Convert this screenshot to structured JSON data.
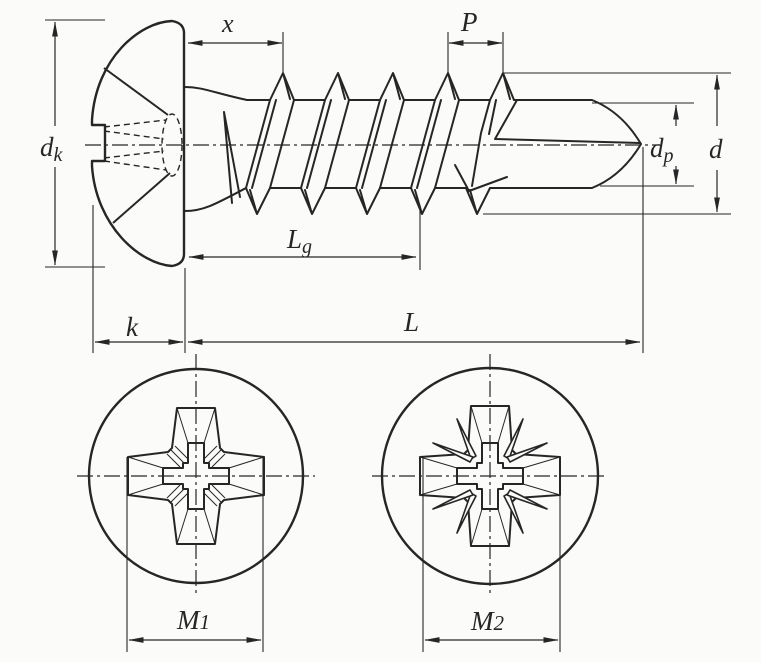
{
  "colors": {
    "ink": "#262626",
    "background": "#fbfbfa"
  },
  "side_view": {
    "labels": {
      "head_diameter": {
        "main": "d",
        "sub": "k"
      },
      "thread_runout": {
        "main": "x"
      },
      "pitch": {
        "main": "P"
      },
      "point_diameter": {
        "main": "d",
        "sub": "p"
      },
      "thread_diameter": {
        "main": "d"
      },
      "thread_length": {
        "main": "L",
        "sub": "g"
      },
      "head_height": {
        "main": "k"
      },
      "total_length": {
        "main": "L"
      }
    }
  },
  "recess_views": {
    "phillips": {
      "label": {
        "main": "M",
        "sub": "1"
      }
    },
    "pozidriv": {
      "label": {
        "main": "M",
        "sub": "2"
      }
    }
  }
}
